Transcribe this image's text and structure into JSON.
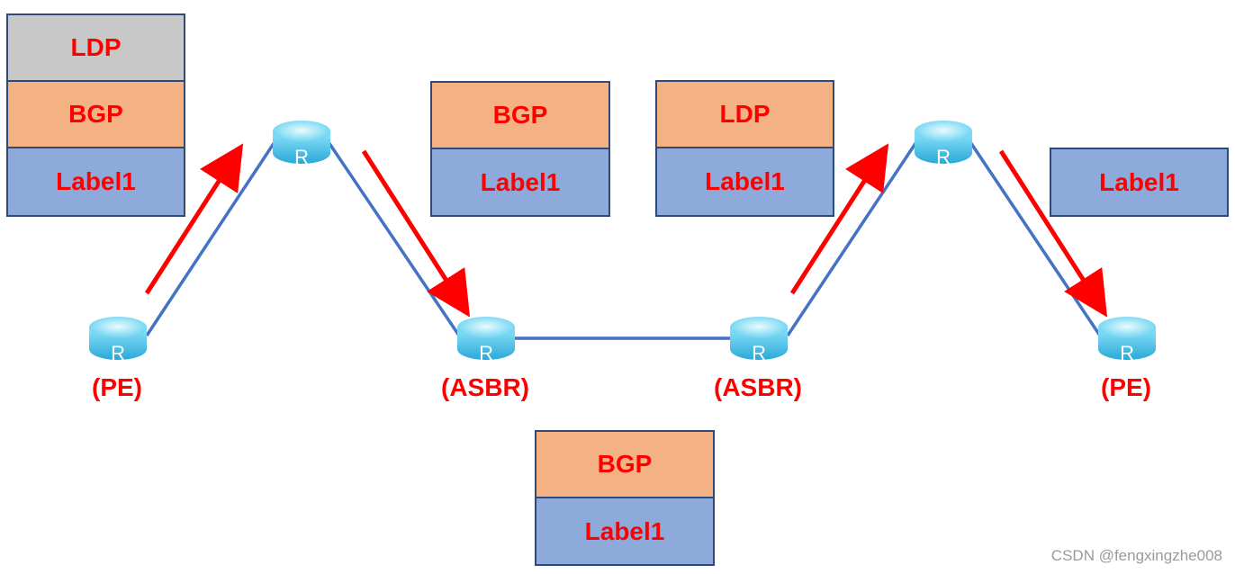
{
  "stacks": {
    "pe_left": {
      "top": "LDP",
      "middle": "BGP",
      "bottom": "Label1"
    },
    "after_asbr_left": {
      "top": "BGP",
      "bottom": "Label1"
    },
    "between_asbr": {
      "top": "BGP",
      "bottom": "Label1"
    },
    "before_asbr_right": {
      "top": "LDP",
      "bottom": "Label1"
    },
    "pe_right": {
      "bottom": "Label1"
    }
  },
  "nodes": {
    "pe_left": "(PE)",
    "asbr_left": "(ASBR)",
    "asbr_right": "(ASBR)",
    "pe_right": "(PE)"
  },
  "router_glyph": "R",
  "watermark": "CSDN @fengxingzhe008",
  "colors": {
    "link": "#4472c4",
    "arrow": "#ff0000",
    "ldp_gray": "#c8c8c8",
    "bgp": "#f4b183",
    "label": "#8eaadb",
    "text": "#ff0000"
  },
  "icons": [
    "router-icon",
    "arrow-icon"
  ]
}
